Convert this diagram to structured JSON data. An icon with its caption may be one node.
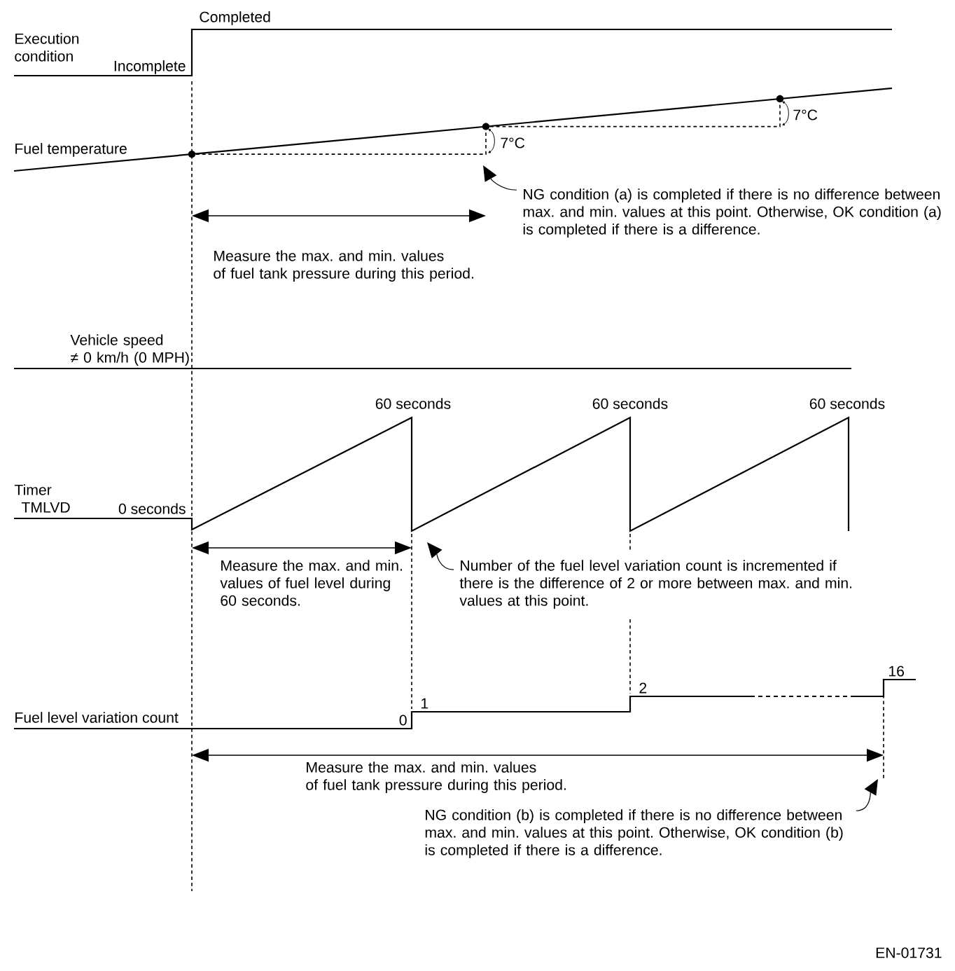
{
  "diagram": {
    "nodes": [
      {
        "text": [
          "NG condition (a) is completed if there is no difference between max. and min. values at this point. Otherwise, OK condition (a) is completed if there is a difference."
        ]
      },
      {
        "text": [
          "Number of the fuel level variation count is incremented if there is the difference of 2 or more between max. and min. values at this point."
        ]
      },
      {
        "text": [
          "NG condition (b) is completed if there is no difference between max. and min. values at this point. Otherwise, OK condition (b) is completed if there is a difference."
        ]
      }
    ],
    "edges": [
      {
        "from": 0,
        "to": null,
        "arrow": "to"
      },
      {
        "from": 1,
        "to": null,
        "arrow": "to"
      },
      {
        "from": 2,
        "to": null,
        "arrow": "to"
      }
    ],
    "labels": [
      "Completed",
      "Execution condition",
      "Incomplete",
      "7°C",
      "Fuel temperature",
      "7°C",
      "Measure the max. and min. values of fuel tank pressure during this period.",
      "Vehicle speed ≠ 0 km/h (0 MPH)",
      "60 seconds",
      "60 seconds",
      "60 seconds",
      "Timer TMLVD",
      "0 seconds",
      "Measure the max. and min. values of fuel level during 60 seconds.",
      "16",
      "2",
      "1",
      "Fuel level variation count",
      "0",
      "Measure the max. and min. values of fuel tank pressure during this period.",
      "EN-01731"
    ]
  }
}
